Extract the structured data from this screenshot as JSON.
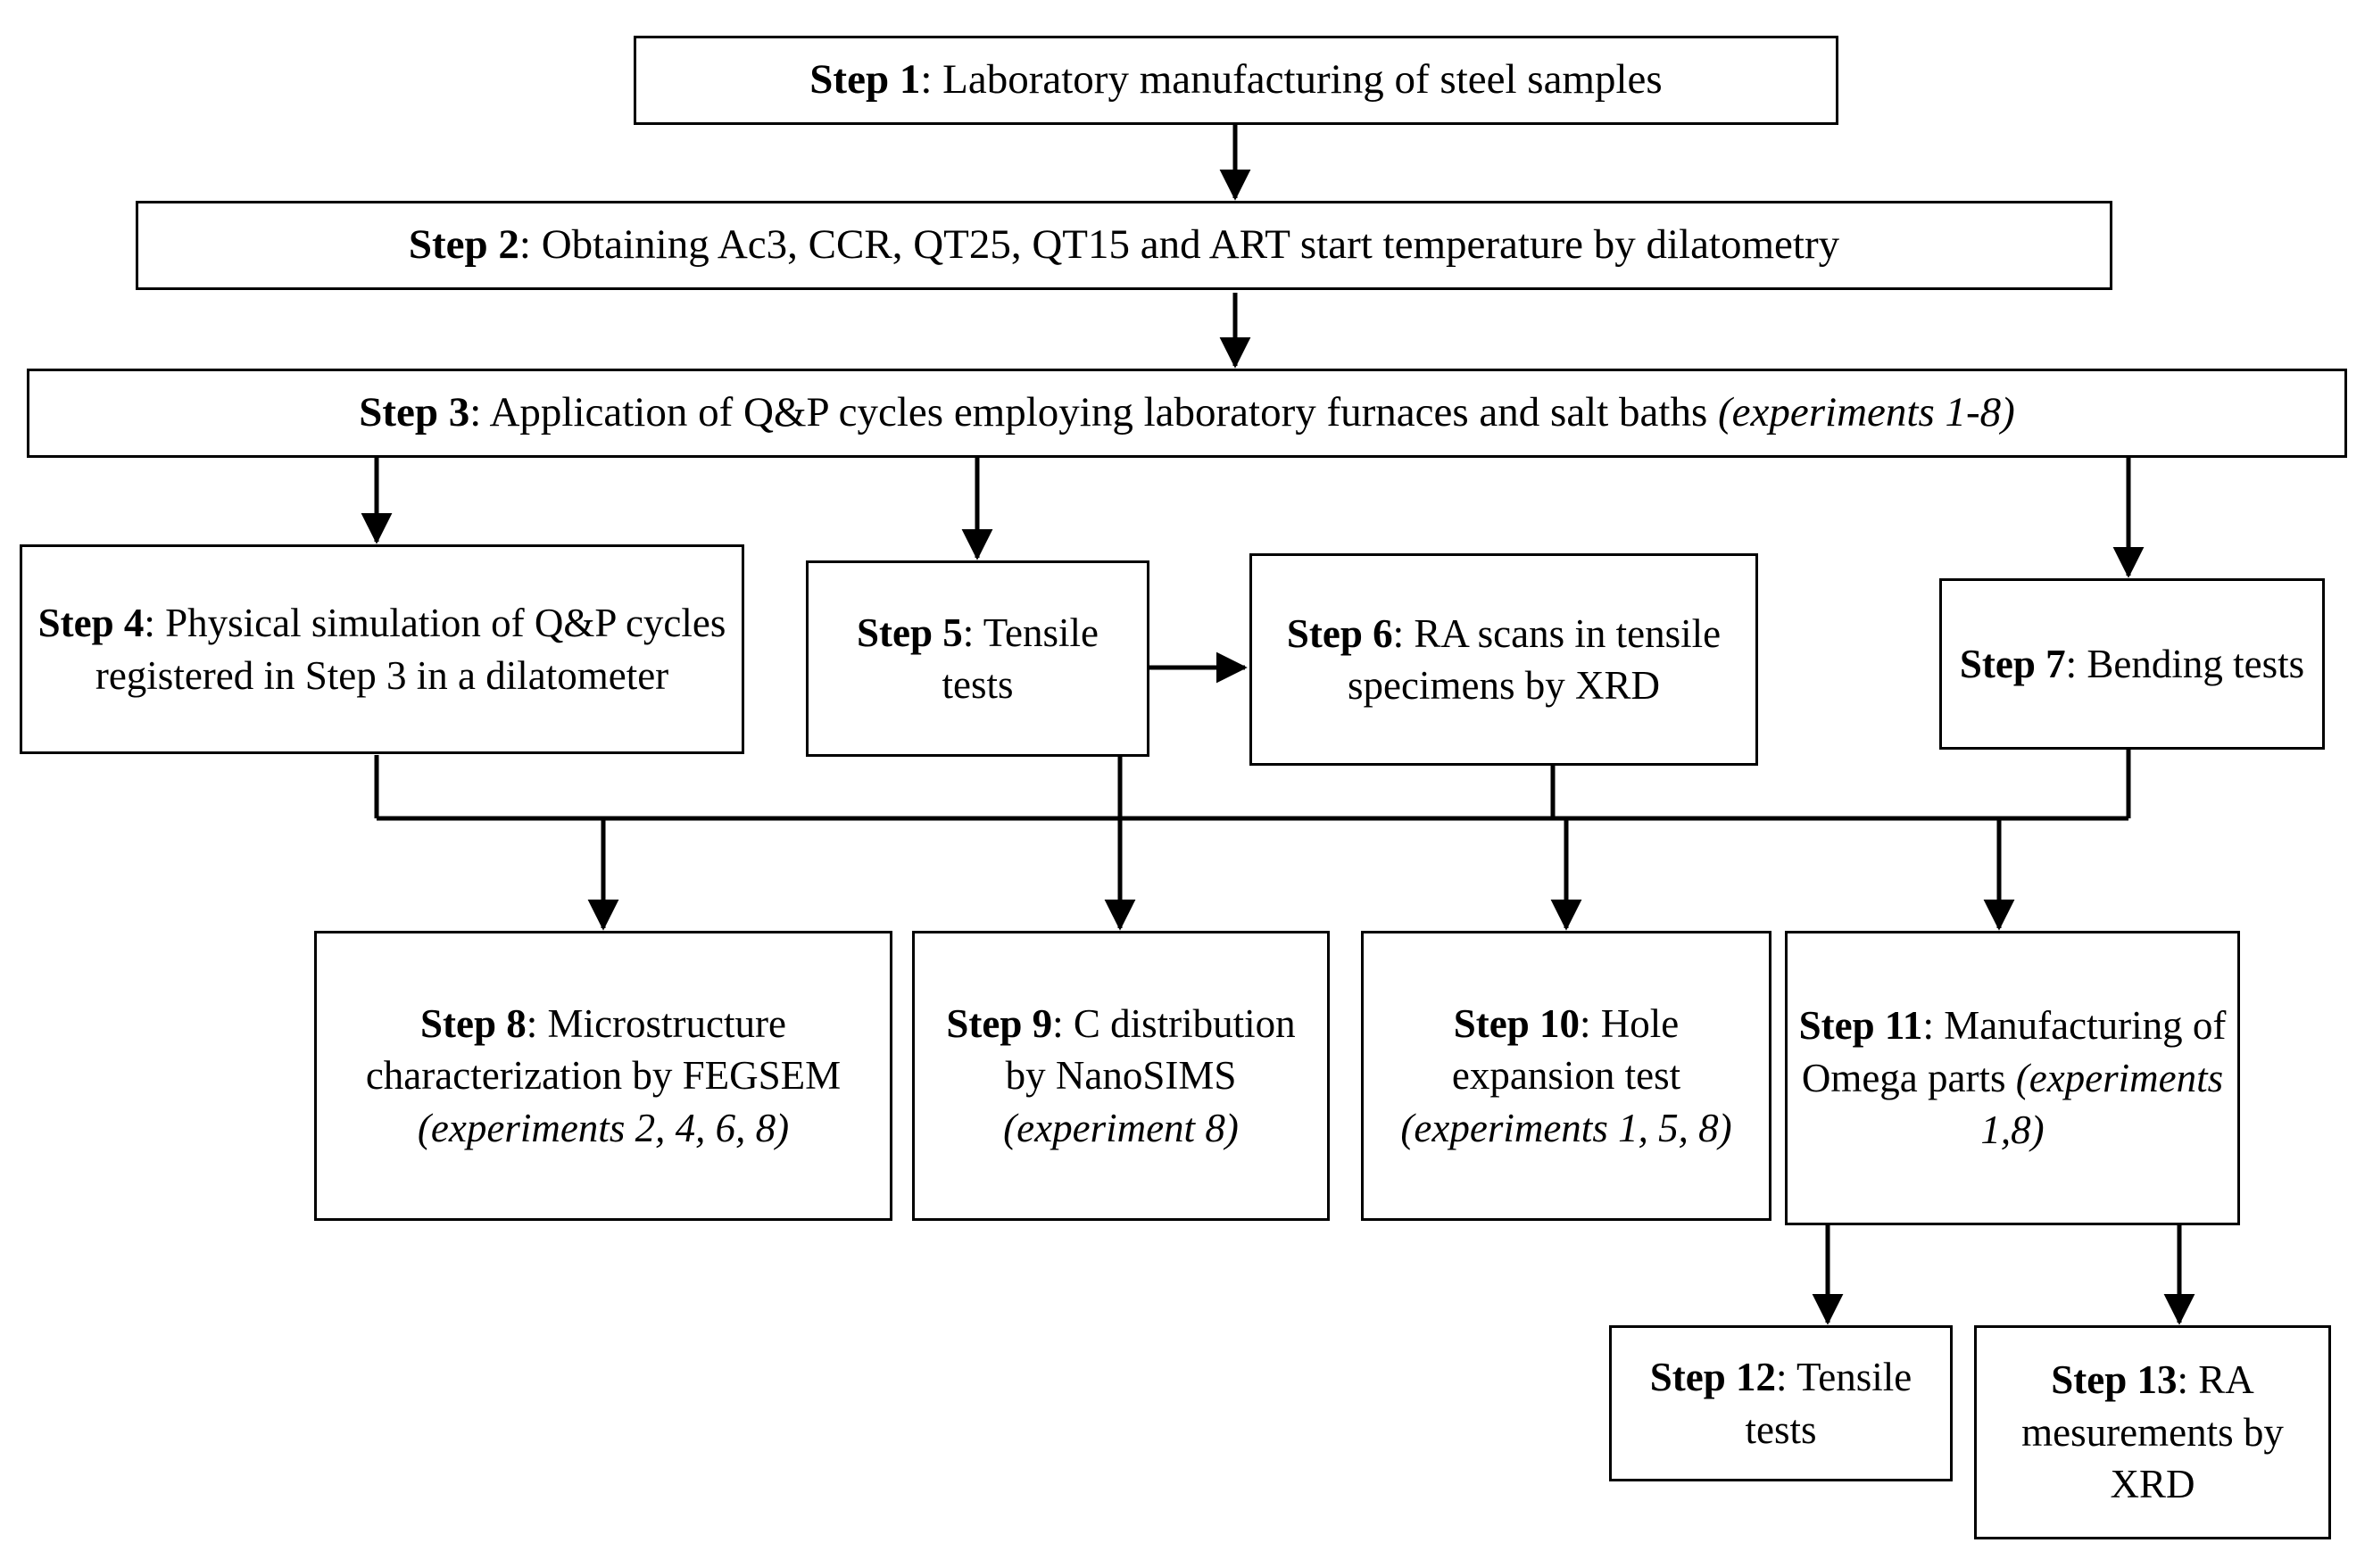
{
  "diagram": {
    "title": "Experimental workflow for Q&P steel processing and characterization",
    "background_color": "#ffffff",
    "line_color": "#000000",
    "nodes": [
      {
        "id": "step1",
        "label_bold": "Step 1",
        "label_rest": ": Laboratory manufacturing of steel samples",
        "full_text": "Step 1: Laboratory manufacturing of steel samples"
      },
      {
        "id": "step2",
        "label_bold": "Step 2",
        "label_rest": ": Obtaining Ac3, CCR, QT25, QT15 and ART start temperature by dilatometry",
        "full_text": "Step 2: Obtaining Ac3, CCR, QT25, QT15 and ART start temperature by dilatometry"
      },
      {
        "id": "step3",
        "label_bold": "Step 3",
        "label_rest": ": Application of Q&P cycles employing laboratory furnaces and salt baths ",
        "label_italic": "(experiments 1-8)",
        "full_text": "Step 3: Application of Q&P cycles employing laboratory furnaces and salt baths (experiments 1-8)"
      },
      {
        "id": "step4",
        "label_bold": "Step 4",
        "label_rest": ": Physical simulation of Q&P cycles registered in Step 3 in a dilatometer",
        "full_text": "Step 4: Physical simulation of Q&P cycles registered in Step 3 in a dilatometer"
      },
      {
        "id": "step5",
        "label_bold": "Step 5",
        "label_rest": ": Tensile tests",
        "full_text": "Step 5: Tensile tests"
      },
      {
        "id": "step6",
        "label_bold": "Step 6",
        "label_rest": ": RA scans in tensile specimens by XRD",
        "full_text": "Step 6: RA scans in tensile specimens by XRD"
      },
      {
        "id": "step7",
        "label_bold": "Step 7",
        "label_rest": ": Bending tests",
        "full_text": "Step 7: Bending tests"
      },
      {
        "id": "step8",
        "label_bold": "Step 8",
        "label_rest": ": Microstructure characterization by FEGSEM ",
        "label_italic": "(experiments 2, 4, 6, 8)",
        "full_text": "Step 8: Microstructure characterization by FEGSEM (experiments 2, 4, 6, 8)"
      },
      {
        "id": "step9",
        "label_bold": "Step 9",
        "label_rest": ": C distribution by NanoSIMS ",
        "label_italic": "(experiment 8)",
        "full_text": "Step 9: C distribution by NanoSIMS (experiment 8)"
      },
      {
        "id": "step10",
        "label_bold": "Step 10",
        "label_rest": ": Hole expansion test ",
        "label_italic": "(experiments 1, 5, 8)",
        "full_text": "Step 10: Hole expansion test (experiments 1, 5, 8)"
      },
      {
        "id": "step11",
        "label_bold": "Step 11",
        "label_rest": ": Manufacturing of Omega parts ",
        "label_italic": "(experiments 1,8)",
        "full_text": "Step 11: Manufacturing of Omega parts (experiments 1,8)"
      },
      {
        "id": "step12",
        "label_bold": "Step 12",
        "label_rest": ": Tensile tests",
        "full_text": "Step 12: Tensile tests"
      },
      {
        "id": "step13",
        "label_bold": "Step 13",
        "label_rest": ": RA mesurements by XRD",
        "full_text": "Step 13: RA mesurements by XRD"
      }
    ],
    "edges": [
      {
        "from": "step1",
        "to": "step2",
        "kind": "vertical-arrow"
      },
      {
        "from": "step2",
        "to": "step3",
        "kind": "vertical-arrow"
      },
      {
        "from": "step3",
        "to": "step4",
        "kind": "vertical-arrow"
      },
      {
        "from": "step3",
        "to": "step5",
        "kind": "vertical-arrow"
      },
      {
        "from": "step3",
        "to": "step7",
        "kind": "vertical-arrow"
      },
      {
        "from": "step5",
        "to": "step6",
        "kind": "horizontal-arrow"
      },
      {
        "from": "step4",
        "to": "step8",
        "kind": "bus-arrow"
      },
      {
        "from": "step5",
        "to": "step9",
        "kind": "vertical-arrow"
      },
      {
        "from": "step6",
        "to": "step10",
        "kind": "bus-arrow"
      },
      {
        "from": "step7",
        "to": "step11",
        "kind": "bus-arrow"
      },
      {
        "from": "step11",
        "to": "step12",
        "kind": "vertical-arrow"
      },
      {
        "from": "step11",
        "to": "step13",
        "kind": "vertical-arrow"
      }
    ]
  }
}
